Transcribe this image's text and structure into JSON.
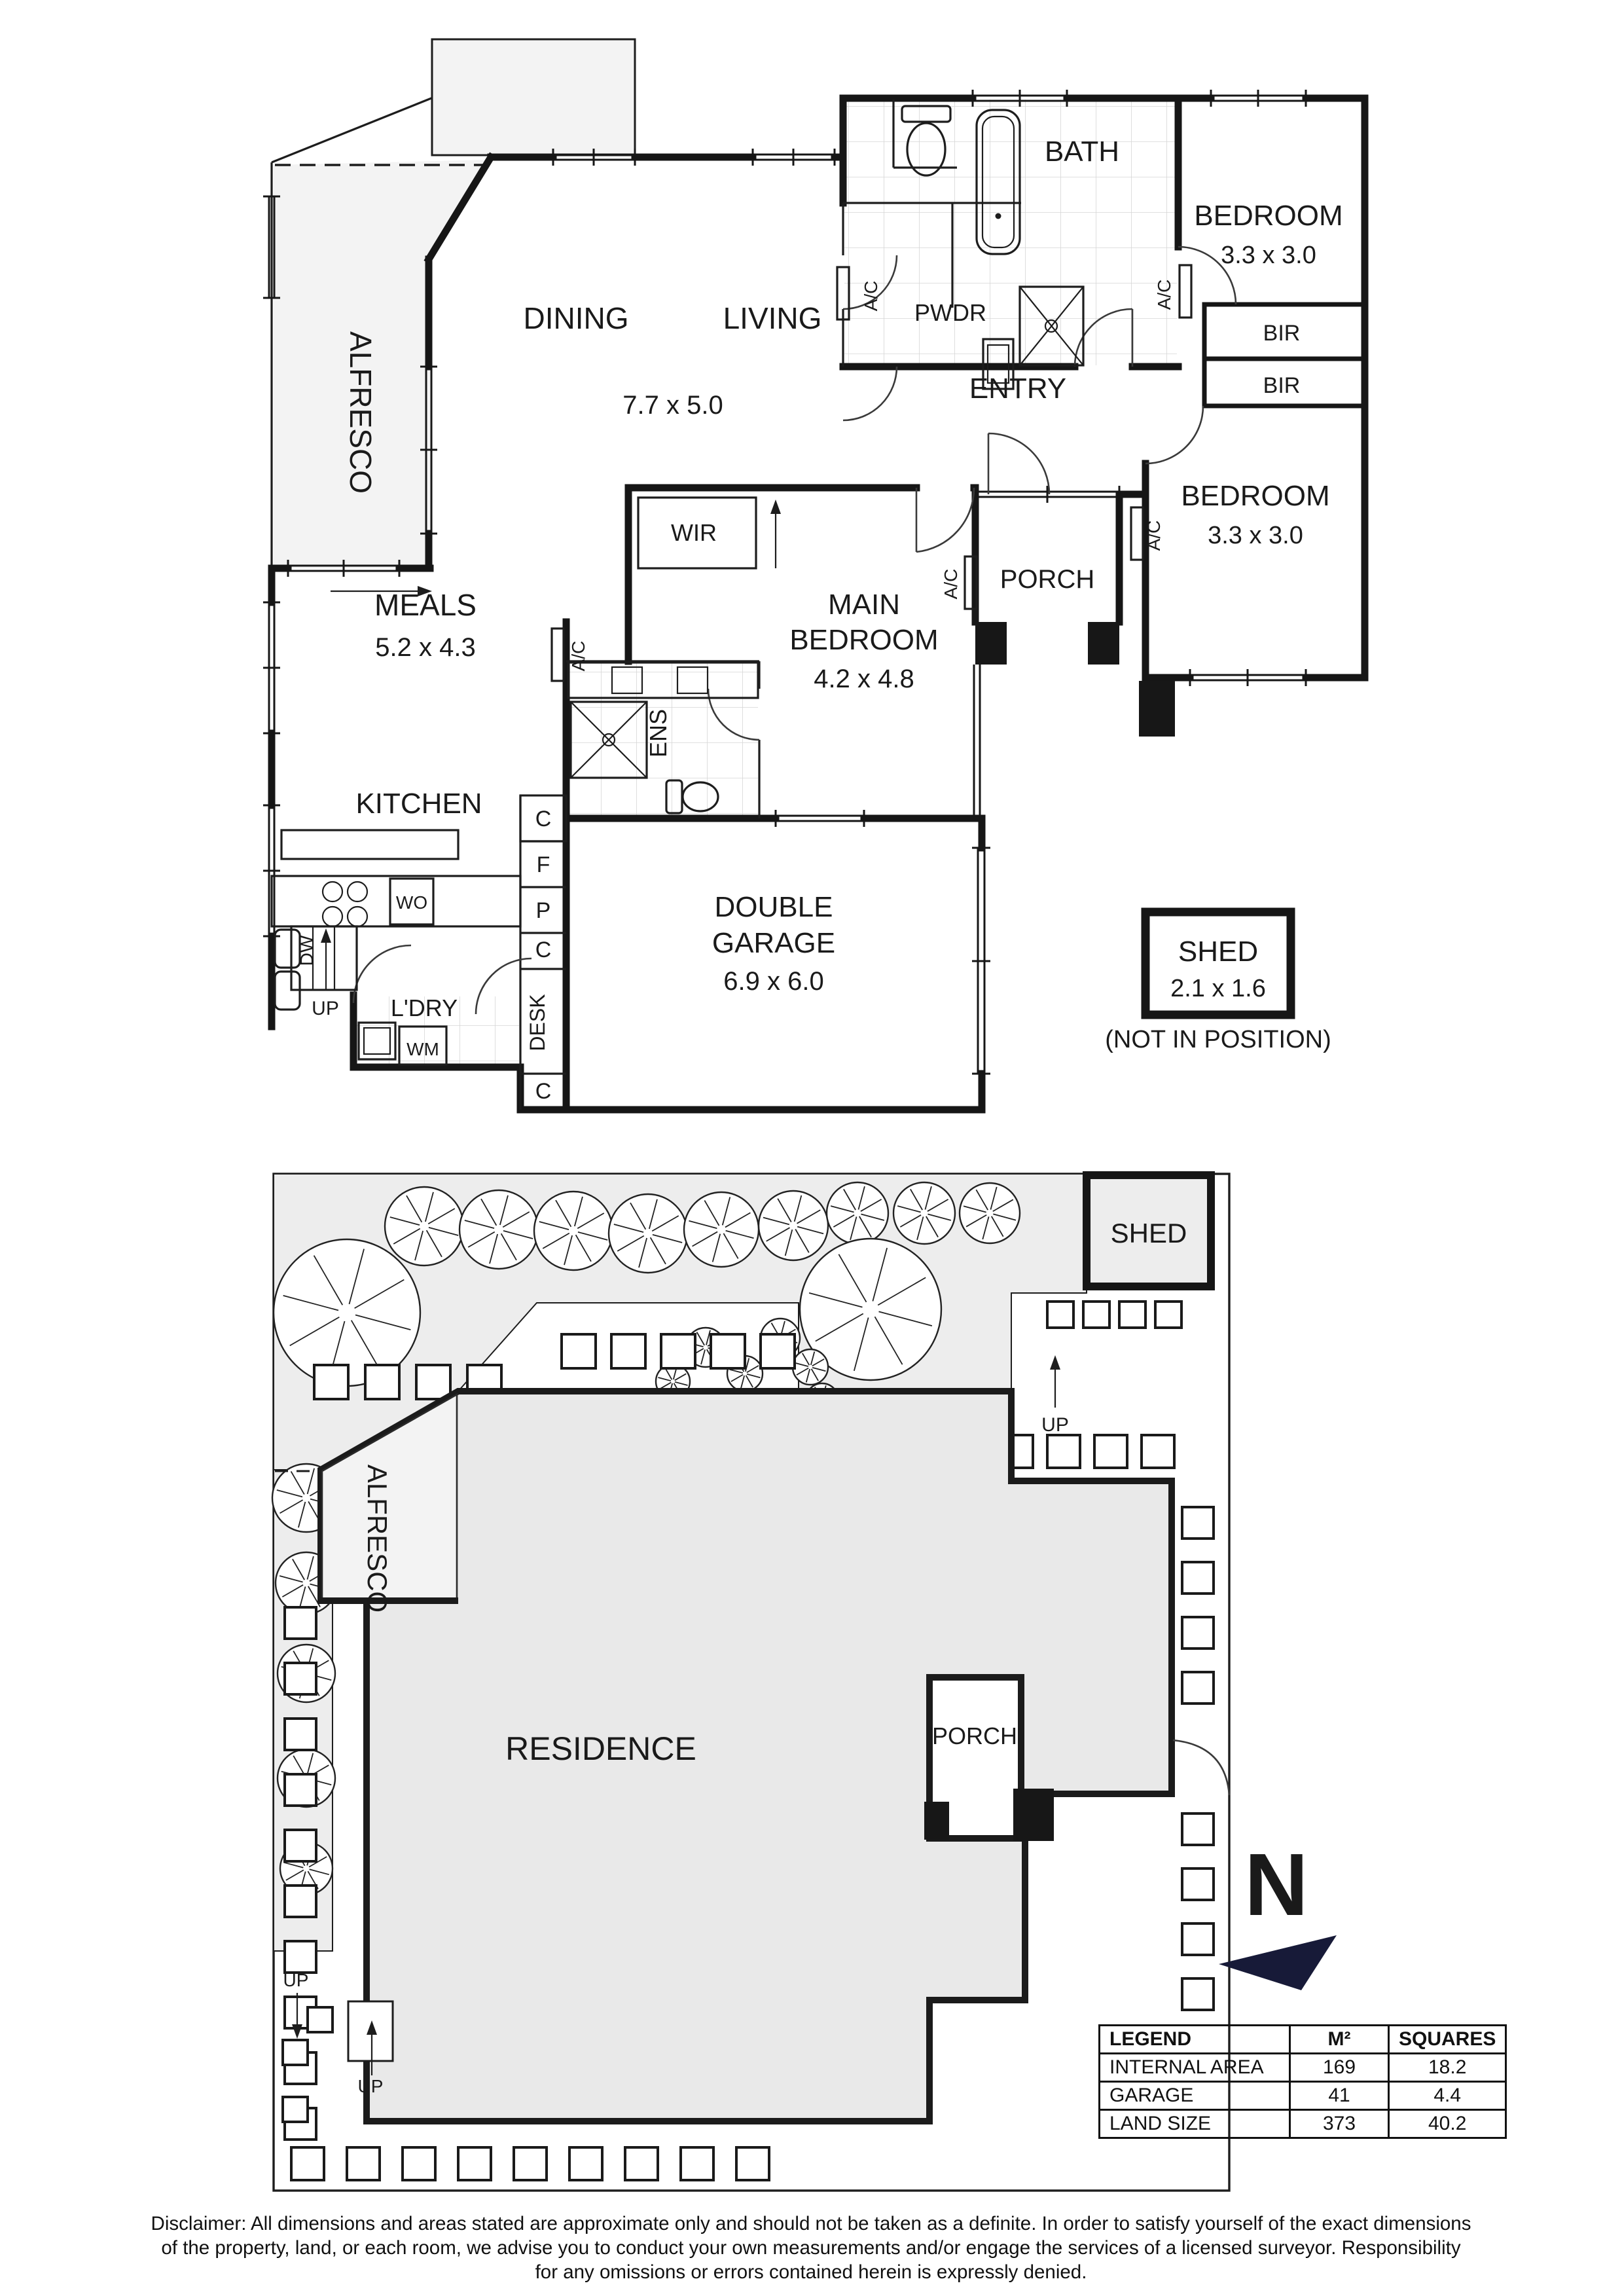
{
  "floor_plan": {
    "rooms": {
      "alfresco": "ALFRESCO",
      "dining": "DINING",
      "living": "LIVING",
      "dining_living_dim": "7.7 x 5.0",
      "meals": "MEALS",
      "meals_dim": "5.2 x 4.3",
      "kitchen": "KITCHEN",
      "laundry": "L'DRY",
      "wir": "WIR",
      "ens": "ENS",
      "main_bedroom_line1": "MAIN",
      "main_bedroom_line2": "BEDROOM",
      "main_bedroom_dim": "4.2 x 4.8",
      "entry": "ENTRY",
      "porch": "PORCH",
      "bath": "BATH",
      "powder": "PWDR",
      "bedroom1": "BEDROOM",
      "bedroom1_dim": "3.3 x 3.0",
      "bedroom2": "BEDROOM",
      "bedroom2_dim": "3.3 x 3.0",
      "bir": "BIR",
      "garage_line1": "DOUBLE",
      "garage_line2": "GARAGE",
      "garage_dim": "6.9 x 6.0",
      "shed": "SHED",
      "shed_dim": "2.1 x 1.6",
      "shed_note": "(NOT IN POSITION)"
    },
    "fixtures": {
      "ac": "A/C",
      "dw": "DW",
      "wo": "WO",
      "wm": "WM",
      "desk": "DESK",
      "cupboard": "C",
      "fridge": "F",
      "pantry": "P",
      "up": "UP"
    }
  },
  "site_plan": {
    "residence": "RESIDENCE",
    "alfresco": "ALFRESCO",
    "porch": "PORCH",
    "shed": "SHED",
    "up": "UP",
    "north": "N"
  },
  "legend": {
    "headers": [
      "LEGEND",
      "M²",
      "SQUARES"
    ],
    "rows": [
      [
        "INTERNAL AREA",
        "169",
        "18.2"
      ],
      [
        "GARAGE",
        "41",
        "4.4"
      ],
      [
        "LAND SIZE",
        "373",
        "40.2"
      ]
    ]
  },
  "disclaimer": {
    "line1": "Disclaimer: All dimensions and areas stated are approximate only and should not be taken as a definite. In order to satisfy yourself of the exact dimensions",
    "line2": "of the property, land, or each room, we advise you to conduct your own measurements and/or engage the services of a licensed surveyor. Responsibility",
    "line3": "for any omissions or errors contained herein is expressly denied."
  },
  "colors": {
    "north_navy": "#171a38",
    "area_fill": "#e9e9e9",
    "light_fill": "#f3f3f3"
  }
}
